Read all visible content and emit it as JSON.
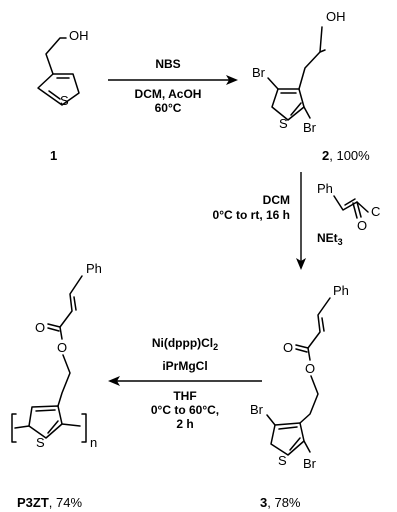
{
  "compounds": {
    "c1": {
      "number": "1",
      "oh": "OH",
      "s": "S"
    },
    "c2": {
      "number": "2",
      "yield": ", 100%",
      "oh": "OH",
      "br_top": "Br",
      "br_bottom": "Br",
      "s": "S"
    },
    "c3": {
      "number": "3",
      "yield": ", 78%",
      "ph": "Ph",
      "o_carbonyl": "O",
      "o_ester": "O",
      "br_top": "Br",
      "br_bottom": "Br",
      "s": "S"
    },
    "p3zt": {
      "name": "P3ZT",
      "yield": ", 74%",
      "ph": "Ph",
      "o_carbonyl": "O",
      "o_ester": "O",
      "s": "S",
      "n": "n"
    },
    "reagent": {
      "ph": "Ph",
      "o": "O",
      "c": "C",
      "base": "NEt",
      "base_sub": "3"
    }
  },
  "steps": {
    "step1": {
      "above": "NBS",
      "below_1": "DCM, AcOH",
      "below_2": "60°C"
    },
    "step2": {
      "left_1": "DCM",
      "left_2": "0°C to rt, 16 h"
    },
    "step3": {
      "above_1": "Ni(dppp)Cl",
      "above_1_sub": "2",
      "above_2": "iPrMgCl",
      "below_1": "THF",
      "below_2": "0°C to 60°C,",
      "below_3": "2 h"
    }
  }
}
